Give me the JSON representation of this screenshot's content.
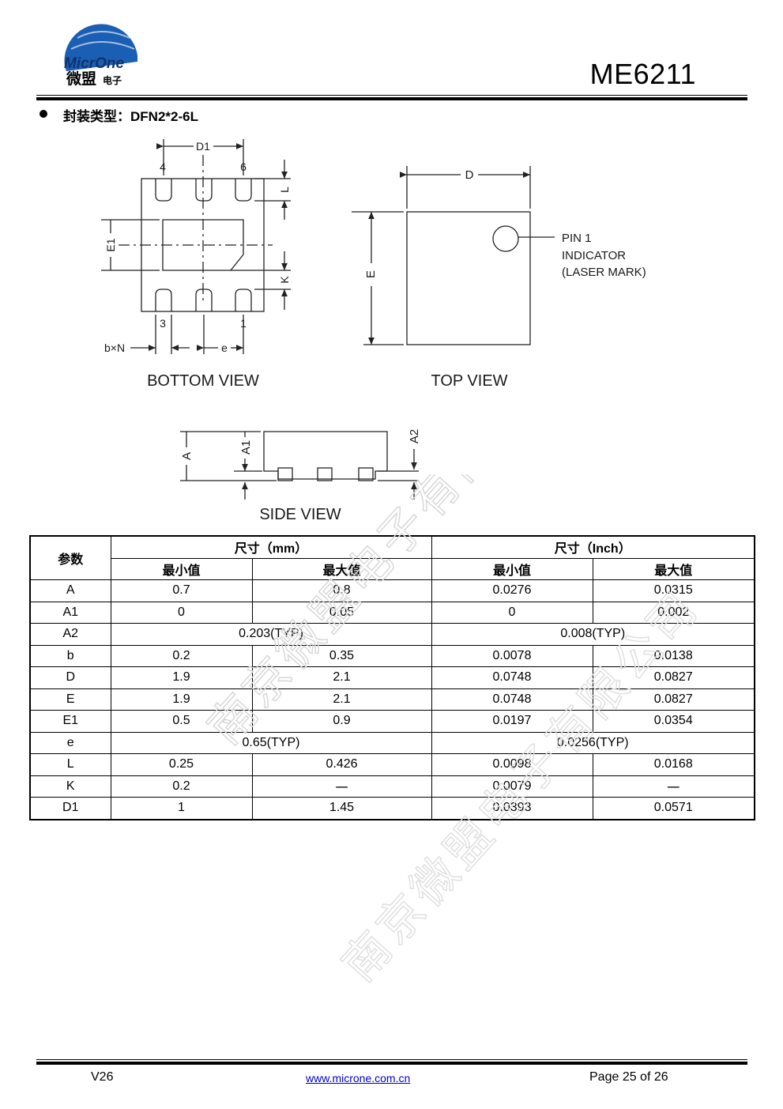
{
  "header": {
    "logo_text_en": "MicrOne",
    "logo_text_cn": "微盟",
    "logo_text_cn_small": "电子",
    "part_number": "ME6211"
  },
  "section": {
    "heading": "封装类型：DFN2*2-6L"
  },
  "drawings": {
    "bottom_view": {
      "title": "BOTTOM VIEW",
      "labels": {
        "d1": "D1",
        "e1": "E1",
        "l": "L",
        "k": "K",
        "pin4": "4",
        "pin6": "6",
        "pin3": "3",
        "pin1": "1",
        "bxn": "b×N",
        "e": "e"
      }
    },
    "top_view": {
      "title": "TOP VIEW",
      "labels": {
        "d": "D",
        "e": "E",
        "pin1_line1": "PIN 1",
        "pin1_line2": "INDICATOR",
        "pin1_line3": "(LASER MARK)"
      }
    },
    "side_view": {
      "title": "SIDE VIEW",
      "labels": {
        "a": "A",
        "a1": "A1",
        "a2": "A2"
      }
    }
  },
  "table": {
    "param_header": "参数",
    "mm_header": "尺寸（mm）",
    "inch_header": "尺寸（Inch）",
    "min_label": "最小值",
    "max_label": "最大值",
    "rows": [
      {
        "param": "A",
        "mm_min": "0.7",
        "mm_max": "0.8",
        "in_min": "0.0276",
        "in_max": "0.0315"
      },
      {
        "param": "A1",
        "mm_min": "0",
        "mm_max": "0.05",
        "in_min": "0",
        "in_max": "0.002"
      },
      {
        "param": "A2",
        "mm_typ": "0.203(TYP)",
        "in_typ": "0.008(TYP)"
      },
      {
        "param": "b",
        "mm_min": "0.2",
        "mm_max": "0.35",
        "in_min": "0.0078",
        "in_max": "0.0138"
      },
      {
        "param": "D",
        "mm_min": "1.9",
        "mm_max": "2.1",
        "in_min": "0.0748",
        "in_max": "0.0827"
      },
      {
        "param": "E",
        "mm_min": "1.9",
        "mm_max": "2.1",
        "in_min": "0.0748",
        "in_max": "0.0827"
      },
      {
        "param": "E1",
        "mm_min": "0.5",
        "mm_max": "0.9",
        "in_min": "0.0197",
        "in_max": "0.0354"
      },
      {
        "param": "e",
        "mm_typ": "0.65(TYP)",
        "in_typ": "0.0256(TYP)"
      },
      {
        "param": "L",
        "mm_min": "0.25",
        "mm_max": "0.426",
        "in_min": "0.0098",
        "in_max": "0.0168"
      },
      {
        "param": "K",
        "mm_min": "0.2",
        "mm_max": "一",
        "in_min": "0.0079",
        "in_max": "一"
      },
      {
        "param": "D1",
        "mm_min": "1",
        "mm_max": "1.45",
        "in_min": "0.0393",
        "in_max": "0.0571"
      }
    ]
  },
  "watermark": {
    "text": "南京微盟电子有限公司"
  },
  "footer": {
    "version": "V26",
    "url": "www.microne.com.cn",
    "page": "Page 25 of 26"
  },
  "colors": {
    "logo_blue": "#1a5fb4",
    "link_blue": "#0000cc"
  }
}
